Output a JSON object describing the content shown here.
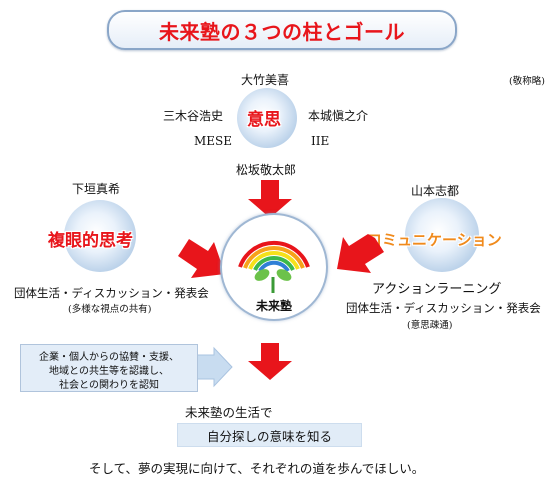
{
  "title": "未来塾の３つの柱とゴール",
  "honorific_note": "(敬称略)",
  "center_logo_text": "未来塾",
  "pillars": {
    "will": {
      "label": "意思",
      "names": {
        "top": "大竹美喜",
        "left": "三木谷浩史",
        "right": "本城愼之介",
        "bottom_left": "MESE",
        "bottom_right": "IIE",
        "bottom": "松坂敬太郎"
      }
    },
    "multi_perspective": {
      "label": "複眼的思考",
      "name": "下垣真希",
      "activity": "団体生活・ディスカッション・発表会",
      "sub": "(多様な視点の共有)"
    },
    "communication": {
      "label": "コミュニケーション",
      "name": "山本志都",
      "method": "アクションラーニング",
      "activity": "団体生活・ディスカッション・発表会",
      "sub": "(意思疎通)"
    }
  },
  "support_note": {
    "lines": [
      "企業・個人からの協賛・支援、",
      "地域との共生等を認識し、",
      "社会との関わりを認知"
    ]
  },
  "goal": {
    "lead": "未来塾の生活で",
    "band": "自分探しの意味を知る",
    "closing": "そして、夢の実現に向けて、それぞれの道を歩んでほしい。"
  },
  "colors": {
    "title_red": "#e8151b",
    "arrow_red": "#e8151b",
    "bubble_blue": "#b7cfe8",
    "box_blue": "#e3edf8",
    "communication_orange": "#f08a1c"
  }
}
